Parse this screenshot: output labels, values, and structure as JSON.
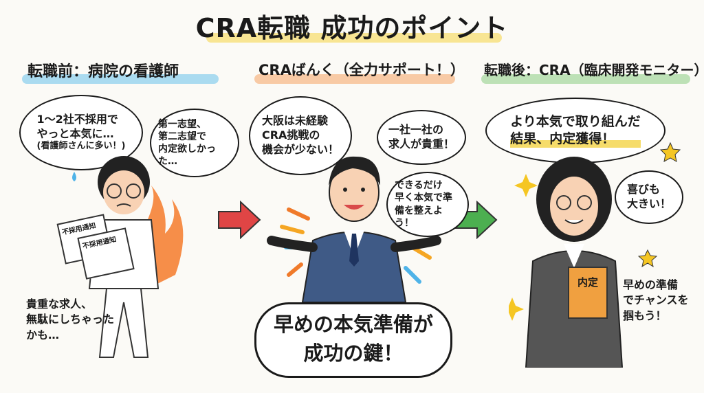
{
  "title": "CRA転職 成功のポイント",
  "sections": {
    "before": {
      "heading": "転職前：病院の看護師",
      "bubble1": [
        "1〜2社不採用で",
        "やっと本気に…",
        "(看護師さんに多い！)"
      ],
      "bubble2": [
        "第一志望、",
        "第二志望で",
        "内定欲しかった…"
      ],
      "paper_label": "不採用通知",
      "caption": [
        "貴重な求人、",
        "無駄にしちゃった",
        "かも…"
      ],
      "accent": "#8fd0ee"
    },
    "middle": {
      "heading": "CRAばんく（全力サポート！）",
      "bubble1": [
        "大阪は未経験",
        "CRA挑戦の",
        "機会が少ない！"
      ],
      "bubble2": [
        "一社一社の",
        "求人が貴重！"
      ],
      "bubble3": [
        "できるだけ",
        "早く本気で準",
        "備を整えよう！"
      ],
      "key_message": [
        "早めの本気準備が",
        "成功の鍵！"
      ],
      "accent": "#f7b98a"
    },
    "after": {
      "heading": "転職後：CRA（臨床開発モニター）",
      "bubble1": [
        "より本気で取り組んだ",
        "結果、内定獲得！"
      ],
      "bubble2": [
        "喜びも",
        "大きい！"
      ],
      "folder_label": "内定",
      "caption": [
        "早めの準備",
        "でチャンスを",
        "掴もう！"
      ],
      "accent": "#a8d8a0"
    }
  },
  "arrows": {
    "left_color": "#e04545",
    "right_color": "#4caf50"
  },
  "colors": {
    "highlight": "#f6dc6a"
  }
}
